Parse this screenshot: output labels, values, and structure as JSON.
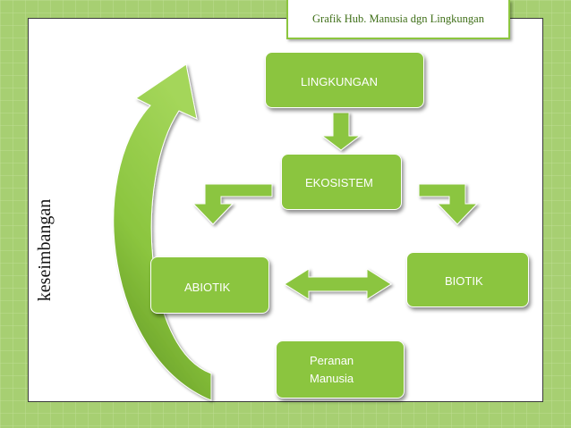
{
  "title": "Grafik Hub. Manusia dgn Lingkungan",
  "side_label": "keseimbangan",
  "nodes": {
    "lingkungan": "LINGKUNGAN",
    "ekosistem": "EKOSISTEM",
    "abiotik": "ABIOTIK",
    "biotik": "BIOTIK",
    "peranan_line1": "Peranan",
    "peranan_line2": "Manusia"
  },
  "colors": {
    "background": "#a7cf72",
    "node_fill": "#8bc53f",
    "arrow_fill": "#8bc53f",
    "title_text": "#3f6f18"
  }
}
